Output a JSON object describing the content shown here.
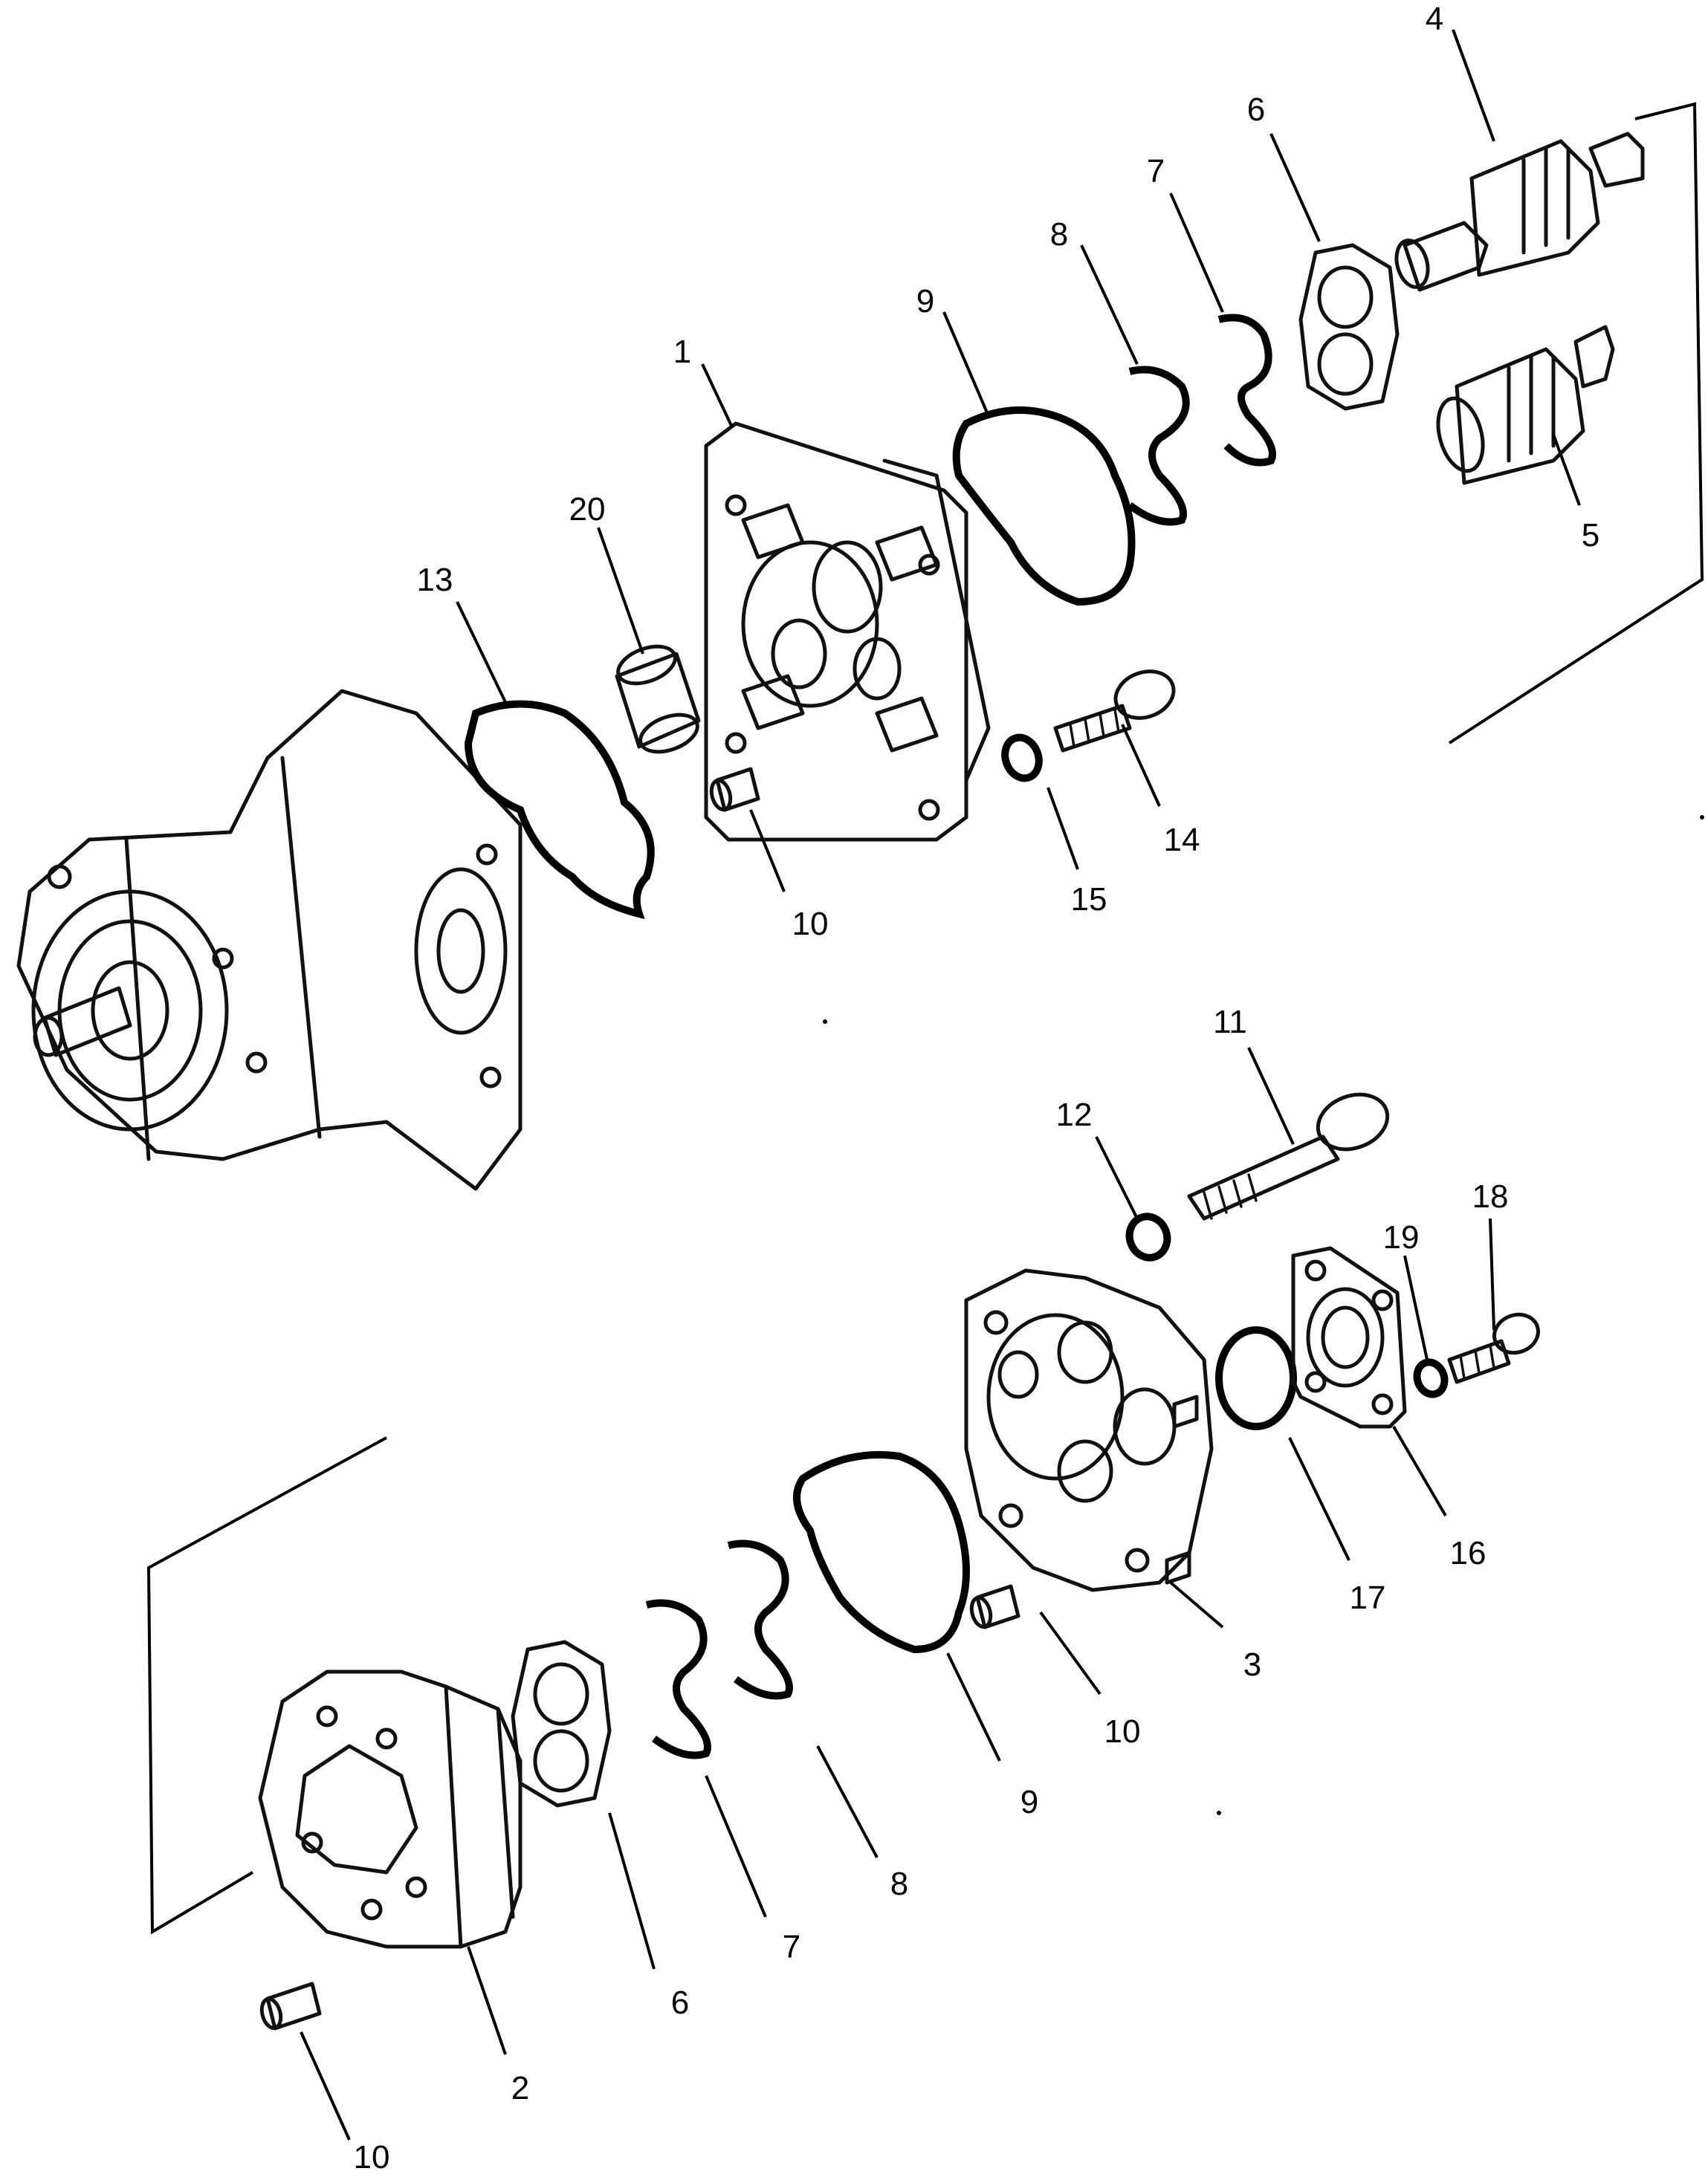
{
  "callouts": [
    {
      "label": "1"
    },
    {
      "label": "4"
    },
    {
      "label": "6"
    },
    {
      "label": "7"
    },
    {
      "label": "8"
    },
    {
      "label": "9"
    },
    {
      "label": "20"
    },
    {
      "label": "13"
    },
    {
      "label": "5"
    },
    {
      "label": "14"
    },
    {
      "label": "15"
    },
    {
      "label": "10"
    },
    {
      "label": "11"
    },
    {
      "label": "12"
    },
    {
      "label": "18"
    },
    {
      "label": "19"
    },
    {
      "label": "16"
    },
    {
      "label": "17"
    },
    {
      "label": "3"
    },
    {
      "label": "10"
    },
    {
      "label": "9"
    },
    {
      "label": "8"
    },
    {
      "label": "7"
    },
    {
      "label": "6"
    },
    {
      "label": "2"
    },
    {
      "label": "10"
    }
  ]
}
